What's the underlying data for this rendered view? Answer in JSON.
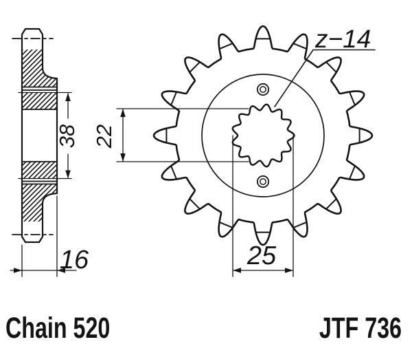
{
  "drawing": {
    "part_number": "JTF 736",
    "chain_label": "Chain 520",
    "teeth_label": "z−14",
    "dimensions": {
      "bore_minor_diameter": "22",
      "hub_step_diameter": "38",
      "overall_width": "16",
      "spline_major_diameter": "25"
    },
    "colors": {
      "ink": "#141414",
      "paper": "#ffffff"
    }
  }
}
